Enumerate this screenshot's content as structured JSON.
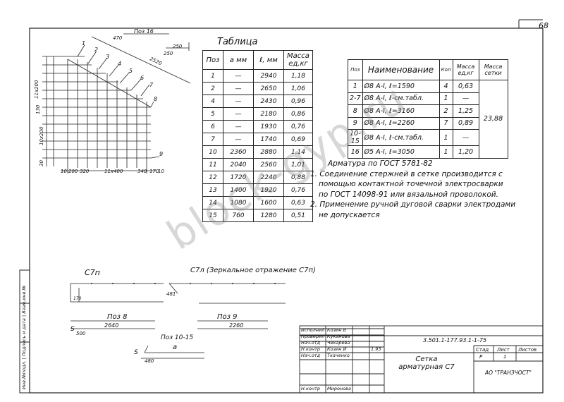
{
  "page_number": "68",
  "drawing": {
    "top_labels": {
      "poz16": "Поз 16",
      "d470": "470",
      "d250": "250",
      "d250b": "250",
      "d2520": "2520"
    },
    "callouts": [
      "1",
      "2",
      "3",
      "4",
      "5",
      "6",
      "7",
      "8",
      "9"
    ],
    "left_dims": {
      "d11x200": "11x200",
      "d130": "130",
      "d10x200": "10x200",
      "d30": "30"
    },
    "bottom_dims": {
      "d10a": "10",
      "d200a": "200",
      "d320": "320",
      "d11x400": "11x400",
      "d340": "340",
      "d170": "170",
      "d10b": "10"
    }
  },
  "table1": {
    "title": "Таблица",
    "headers": [
      "Поз",
      "a мм",
      "ℓ, мм",
      "Масса ед,кг"
    ],
    "rows": [
      [
        "1",
        "—",
        "2940",
        "1,18"
      ],
      [
        "2",
        "—",
        "2650",
        "1,06"
      ],
      [
        "4",
        "—",
        "2430",
        "0,96"
      ],
      [
        "5",
        "—",
        "2180",
        "0,86"
      ],
      [
        "6",
        "—",
        "1930",
        "0,76"
      ],
      [
        "7",
        "—",
        "1740",
        "0,69"
      ],
      [
        "10",
        "2360",
        "2880",
        "1,14"
      ],
      [
        "11",
        "2040",
        "2560",
        "1,01"
      ],
      [
        "12",
        "1720",
        "2240",
        "0,88"
      ],
      [
        "13",
        "1400",
        "1920",
        "0,76"
      ],
      [
        "14",
        "1080",
        "1600",
        "0,63"
      ],
      [
        "15",
        "760",
        "1280",
        "0,51"
      ]
    ]
  },
  "table2": {
    "headers": [
      "Поз",
      "Наименование",
      "Кол",
      "Масса ед,кг",
      "Масса сетки"
    ],
    "rows": [
      [
        "1",
        "Ø8 A-I, ℓ=1590",
        "4",
        "0,63"
      ],
      [
        "2-7",
        "Ø8 A-I, ℓ-см.табл.",
        "1",
        "—"
      ],
      [
        "8",
        "Ø8 A-I, ℓ=3160",
        "2",
        "1,25"
      ],
      [
        "9",
        "Ø8 A-I, ℓ=2260",
        "7",
        "0,89"
      ],
      [
        "10-15",
        "Ø8 A-I, ℓ-см.табл.",
        "1",
        "—"
      ],
      [
        "16",
        "Ø5 A-I, ℓ=3050",
        "1",
        "1,20"
      ]
    ],
    "total": "23,88"
  },
  "notes": [
    "Арматура по ГОСТ 5781-82",
    "1. Соединение стержней в сетке производится с",
    "помощью контактной точечной электросварки",
    "по ГОСТ 14098-91 или вязальной проволокой.",
    "2. Применение ручной дуговой сварки электродами",
    "не допускается"
  ],
  "sections": {
    "c7p": "С7п",
    "c7l": "С7л (Зеркальное отражение С7п)",
    "poz8": "Поз 8",
    "d2640": "2640",
    "poz9": "Поз 9",
    "d2260": "2260",
    "poz10_15": "Поз 10-15",
    "a": "а",
    "s_label": "S",
    "d500": "500",
    "d480": "480",
    "d481": "481",
    "d170": "170"
  },
  "title_block": {
    "code": "3.501.1-177.93.1-1-75",
    "name": "Сетка арматурная С7",
    "stage_h": "Стад",
    "sheet_h": "Лист",
    "sheets_h": "Листов",
    "stage": "Р",
    "sheet": "1",
    "org": "АО \"ТРАНЗЧОСТ\"",
    "roles": [
      "Исполнил",
      "Проверил",
      "Нач.отд",
      "Н.контр",
      "Нач.отд",
      "",
      "Н.контр"
    ],
    "names": [
      "Козин В",
      "Куканова",
      "Чекарева",
      "Козин И",
      "Ткаченко",
      "",
      "Миронова"
    ],
    "date": "1.93",
    "side_stamp": "Инв.№подл. | Подпись и дата | Взам.инв.№"
  },
  "watermark": "block-gyp.ru"
}
